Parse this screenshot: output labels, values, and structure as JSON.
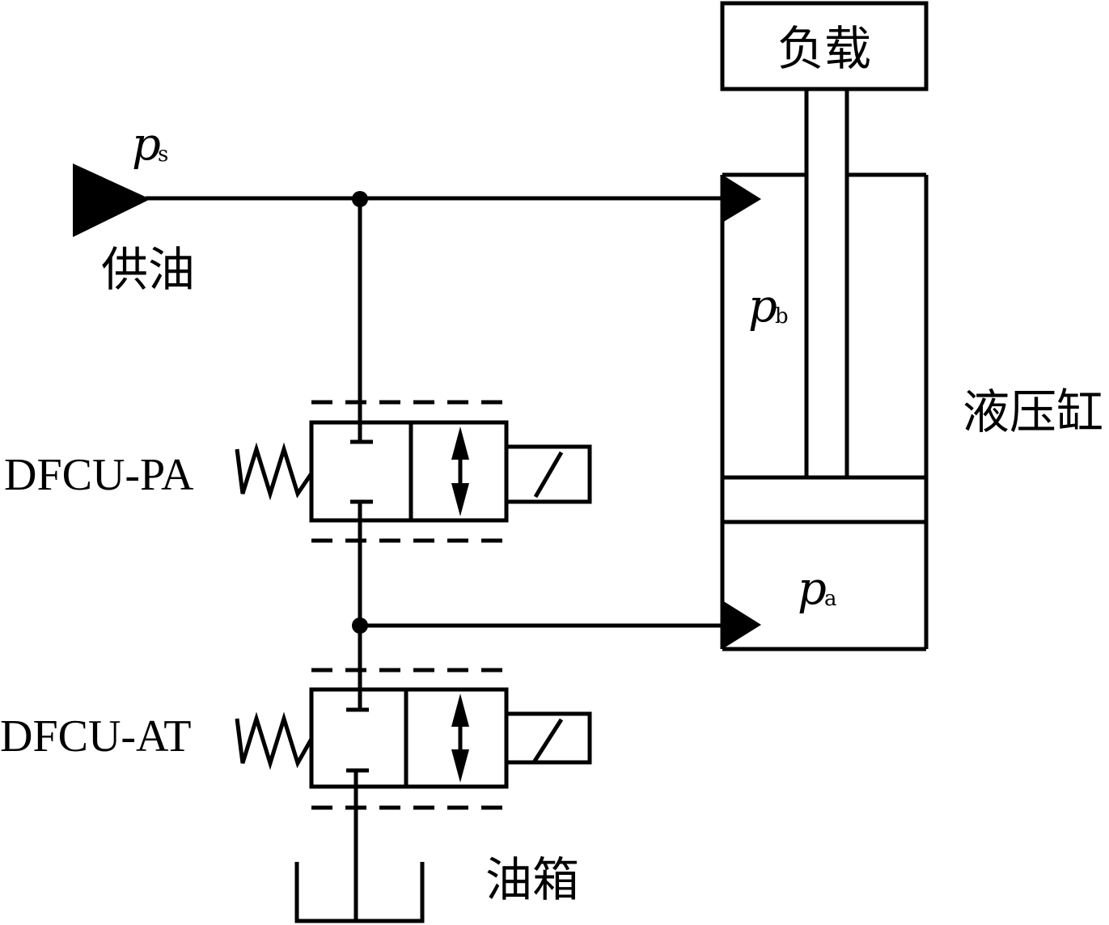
{
  "labels": {
    "load": "负载",
    "supply": "供油",
    "cylinder": "液压缸",
    "tank": "油箱",
    "valve_pa": "DFCU-PA",
    "valve_at": "DFCU-AT"
  },
  "symbols": {
    "ps": {
      "base": "p",
      "sub": "s"
    },
    "pb": {
      "base": "p",
      "sub": "b"
    },
    "pa": {
      "base": "p",
      "sub": "a"
    }
  },
  "colors": {
    "line": "#000000",
    "background": "#ffffff"
  }
}
